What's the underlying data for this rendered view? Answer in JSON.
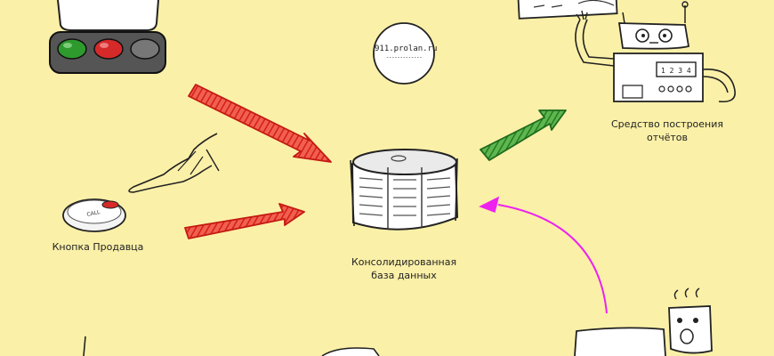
{
  "labels": {
    "seller_button": "Кнопка Продавца",
    "database_line1": "Консолидированная",
    "database_line2": "база данных",
    "report_tool_line1": "Средство построения",
    "report_tool_line2": "отчётов"
  },
  "stamp": {
    "url": "911.prolan.ru",
    "dashes": "-------------"
  },
  "call_button_text": "CALL",
  "robot_display": "1 2 3 4",
  "colors": {
    "background": "#fbf0a8",
    "arrow_red": "#e8281e",
    "arrow_green": "#2f9a2a",
    "arrow_magenta": "#ee22ee",
    "light_green": "#2e9a2e",
    "light_red": "#d62a2a",
    "light_gray": "#777777"
  },
  "icons": [
    "traffic-light-panel-icon",
    "pointing-hand-icon",
    "call-button-icon",
    "database-drum-icon",
    "report-robot-icon",
    "person-at-screen-icon"
  ]
}
